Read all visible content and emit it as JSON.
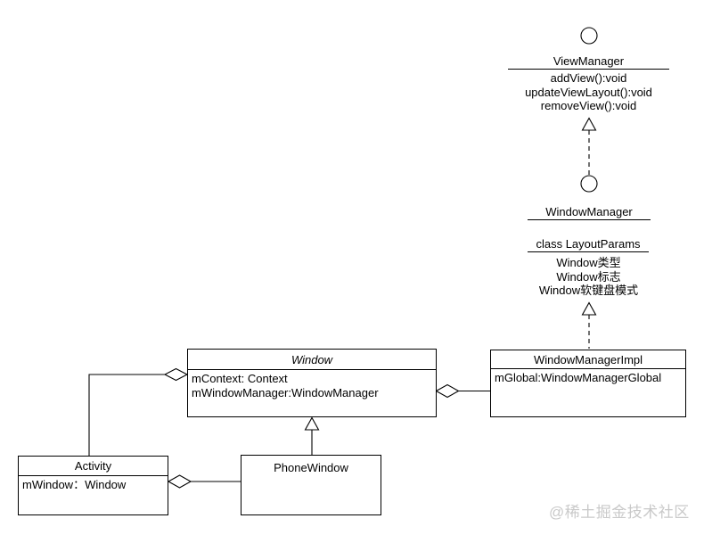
{
  "diagram": {
    "kind": "uml-class-diagram",
    "line_color": "#000000",
    "background_color": "#ffffff"
  },
  "interfaces": {
    "view_manager": {
      "name": "ViewManager",
      "methods": [
        "addView():void",
        "updateViewLayout():void",
        "removeView():void"
      ]
    },
    "window_manager": {
      "name": "WindowManager"
    }
  },
  "layout_params": {
    "title": "class LayoutParams",
    "attributes": [
      "Window类型",
      "Window标志",
      "Window软键盘模式"
    ]
  },
  "classes": {
    "window": {
      "name": "Window",
      "abstract": true,
      "attributes": [
        "mContext: Context",
        "mWindowManager:WindowManager"
      ]
    },
    "window_manager_impl": {
      "name": "WindowManagerImpl",
      "attributes": [
        "mGlobal:WindowManagerGlobal"
      ]
    },
    "activity": {
      "name": "Activity",
      "attributes": [
        "mWindow：Window"
      ]
    },
    "phone_window": {
      "name": "PhoneWindow"
    }
  },
  "relationships": [
    {
      "type": "realization-dashed",
      "from": "WindowManager",
      "to": "ViewManager"
    },
    {
      "type": "realization-dashed",
      "from": "WindowManagerImpl",
      "to": "class LayoutParams"
    },
    {
      "type": "generalization-solid",
      "from": "PhoneWindow",
      "to": "Window"
    },
    {
      "type": "aggregation",
      "whole": "Window",
      "part": "Activity"
    },
    {
      "type": "aggregation",
      "whole": "Window",
      "part": "WindowManagerImpl"
    },
    {
      "type": "aggregation",
      "whole": "Activity",
      "part": "PhoneWindow"
    }
  ],
  "watermark": {
    "text": "@稀土掘金技术社区",
    "color": "#c9c9c9"
  }
}
